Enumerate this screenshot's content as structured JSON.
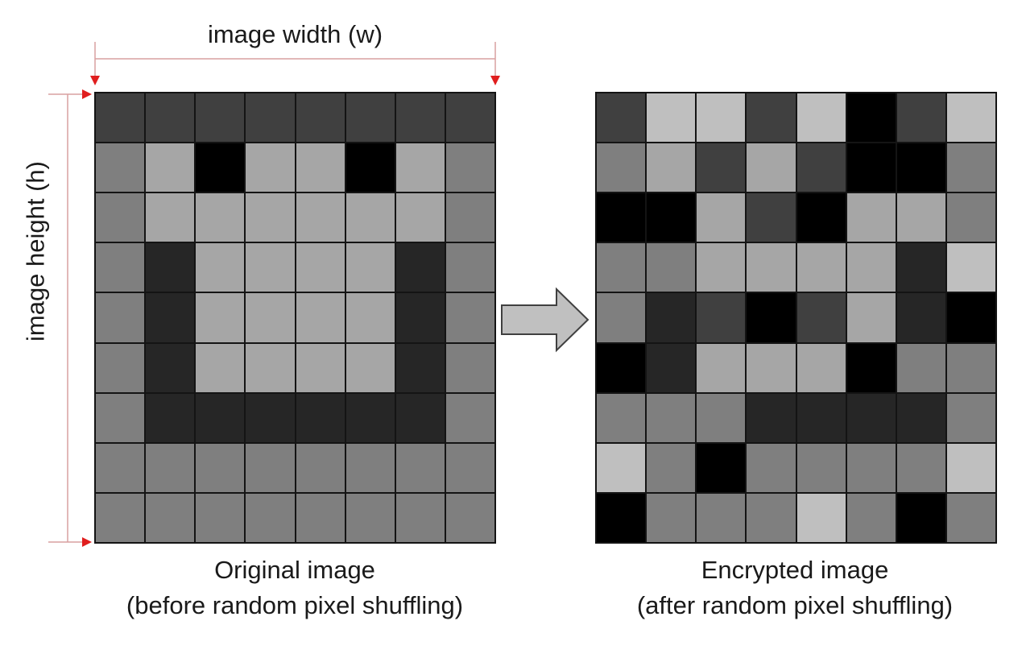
{
  "labels": {
    "width": "image width (w)",
    "height": "image height (h)"
  },
  "captions": {
    "original": [
      "Original image",
      "(before random pixel shuffling)"
    ],
    "encrypted": [
      "Encrypted image",
      "(after random pixel shuffling)"
    ]
  },
  "colors": {
    "dimension_line": "#d9a0a0",
    "arrowhead": "#e01e1e",
    "cell_border": "#141414",
    "shuffle_arrow_fill": "#c0c0c0",
    "shuffle_arrow_stroke": "#404040"
  },
  "palette": {
    "0": "#000000",
    "1": "#262626",
    "2": "#404040",
    "3": "#7f7f7f",
    "4": "#a6a6a6",
    "5": "#bfbfbf"
  },
  "grids": {
    "original": [
      [
        2,
        2,
        2,
        2,
        2,
        2,
        2,
        2
      ],
      [
        3,
        4,
        0,
        4,
        4,
        0,
        4,
        3
      ],
      [
        3,
        4,
        4,
        4,
        4,
        4,
        4,
        3
      ],
      [
        3,
        1,
        4,
        4,
        4,
        4,
        1,
        3
      ],
      [
        3,
        1,
        4,
        4,
        4,
        4,
        1,
        3
      ],
      [
        3,
        1,
        4,
        4,
        4,
        4,
        1,
        3
      ],
      [
        3,
        1,
        1,
        1,
        1,
        1,
        1,
        3
      ],
      [
        3,
        3,
        3,
        3,
        3,
        3,
        3,
        3
      ],
      [
        3,
        3,
        3,
        3,
        3,
        3,
        3,
        3
      ]
    ],
    "encrypted": [
      [
        2,
        5,
        5,
        2,
        5,
        0,
        2,
        5
      ],
      [
        3,
        4,
        2,
        4,
        2,
        0,
        0,
        3
      ],
      [
        0,
        0,
        4,
        2,
        0,
        4,
        4,
        3
      ],
      [
        3,
        3,
        4,
        4,
        4,
        4,
        1,
        5
      ],
      [
        3,
        1,
        2,
        0,
        2,
        4,
        1,
        0
      ],
      [
        0,
        1,
        4,
        4,
        4,
        0,
        3,
        3
      ],
      [
        3,
        3,
        3,
        1,
        1,
        1,
        1,
        3
      ],
      [
        5,
        3,
        0,
        3,
        3,
        3,
        3,
        5
      ],
      [
        0,
        3,
        3,
        3,
        5,
        3,
        0,
        3
      ]
    ]
  }
}
